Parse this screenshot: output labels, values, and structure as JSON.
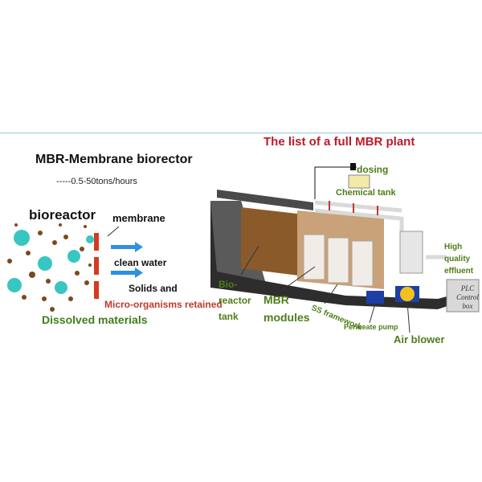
{
  "left_panel": {
    "title": "MBR-Membrane biorector",
    "capacity": "-----0.5-50tons/hours",
    "bioreactor_label": "bioreactor",
    "membrane_label": "membrane",
    "clean_water_label": "clean water",
    "solids_label": "Solids and",
    "micro_label": "Micro-organisms retained",
    "dissolved_label": "Dissolved materials"
  },
  "right_panel": {
    "title": "The list of a full MBR plant",
    "dosing_label": "dosing",
    "chemical_tank_label": "Chemical tank",
    "high_quality_label": "High quality effluent",
    "bio_reactor_label": "Bio-reactor tank",
    "mbr_modules_label": "MBR modules",
    "ss_framework_label": "SS framework",
    "permeate_pump_label": "Permeate pump",
    "air_blower_label": "Air blower",
    "plc_label": "PLC Control box"
  },
  "colors": {
    "title_red": "#c0182a",
    "label_green": "#4e7d18",
    "micro_red": "#c0392b",
    "membrane_red": "#d63a1f",
    "arrow_blue": "#2f8fe0",
    "microbe_teal": "#38c6c2",
    "floc_brown": "#7a4a1c"
  }
}
